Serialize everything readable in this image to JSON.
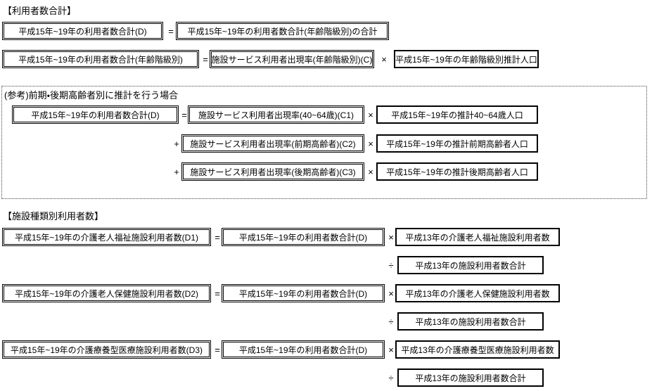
{
  "title_section1": "【利用者数合計】",
  "title_section2": "【施設種類別利用者数】",
  "ops": {
    "eq": "=",
    "mul": "×",
    "div": "÷",
    "plus": "+"
  },
  "s1r1": {
    "left": "平成15年~19年の利用者数合計(D)",
    "right": "平成15年~19年の利用者数合計(年齢階級別)の合計"
  },
  "s1r2": {
    "left": "平成15年~19年の利用者数合計(年齢階級別)",
    "mid": "施設サービス利用者出現率(年齢階級別)(C)",
    "right": "平成15年~19年の年齢階級別推計人口"
  },
  "ref": {
    "title": "(参考)前期・後期高齢者別に推計を行う場合",
    "left": "平成15年~19年の利用者数合計(D)",
    "rows": [
      {
        "rate": "施設サービス利用者出現率(40~64歳)(C1)",
        "pop": "平成15年~19年の推計40~64歳人口"
      },
      {
        "rate": "施設サービス利用者出現率(前期高齢者)(C2)",
        "pop": "平成15年~19年の推計前期高齢者人口"
      },
      {
        "rate": "施設サービス利用者出現率(後期高齢者)(C3)",
        "pop": "平成15年~19年の推計後期高齢者人口"
      }
    ]
  },
  "s2": {
    "total": "平成15年~19年の利用者数合計(D)",
    "denominator": "平成13年の施設利用者数合計",
    "groups": [
      {
        "result": "平成15年~19年の介護老人福祉施設利用者数(D1)",
        "numerator": "平成13年の介護老人福祉施設利用者数"
      },
      {
        "result": "平成15年~19年の介護老人保健施設利用者数(D2)",
        "numerator": "平成13年の介護老人保健施設利用者数"
      },
      {
        "result": "平成15年~19年の介護療養型医療施設利用者数(D3)",
        "numerator": "平成13年の介護療養型医療施設利用者数"
      }
    ]
  }
}
